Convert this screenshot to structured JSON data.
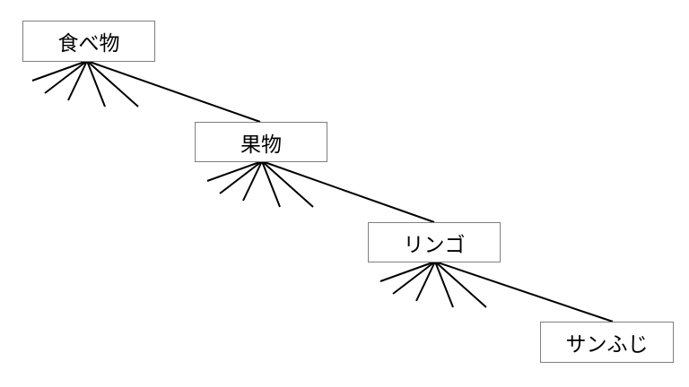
{
  "diagram": {
    "nodes": [
      {
        "label": "食べ物"
      },
      {
        "label": "果物"
      },
      {
        "label": "リンゴ"
      },
      {
        "label": "サンふじ"
      }
    ],
    "line_color": "#000000",
    "border_color": "#7f7f7f"
  }
}
